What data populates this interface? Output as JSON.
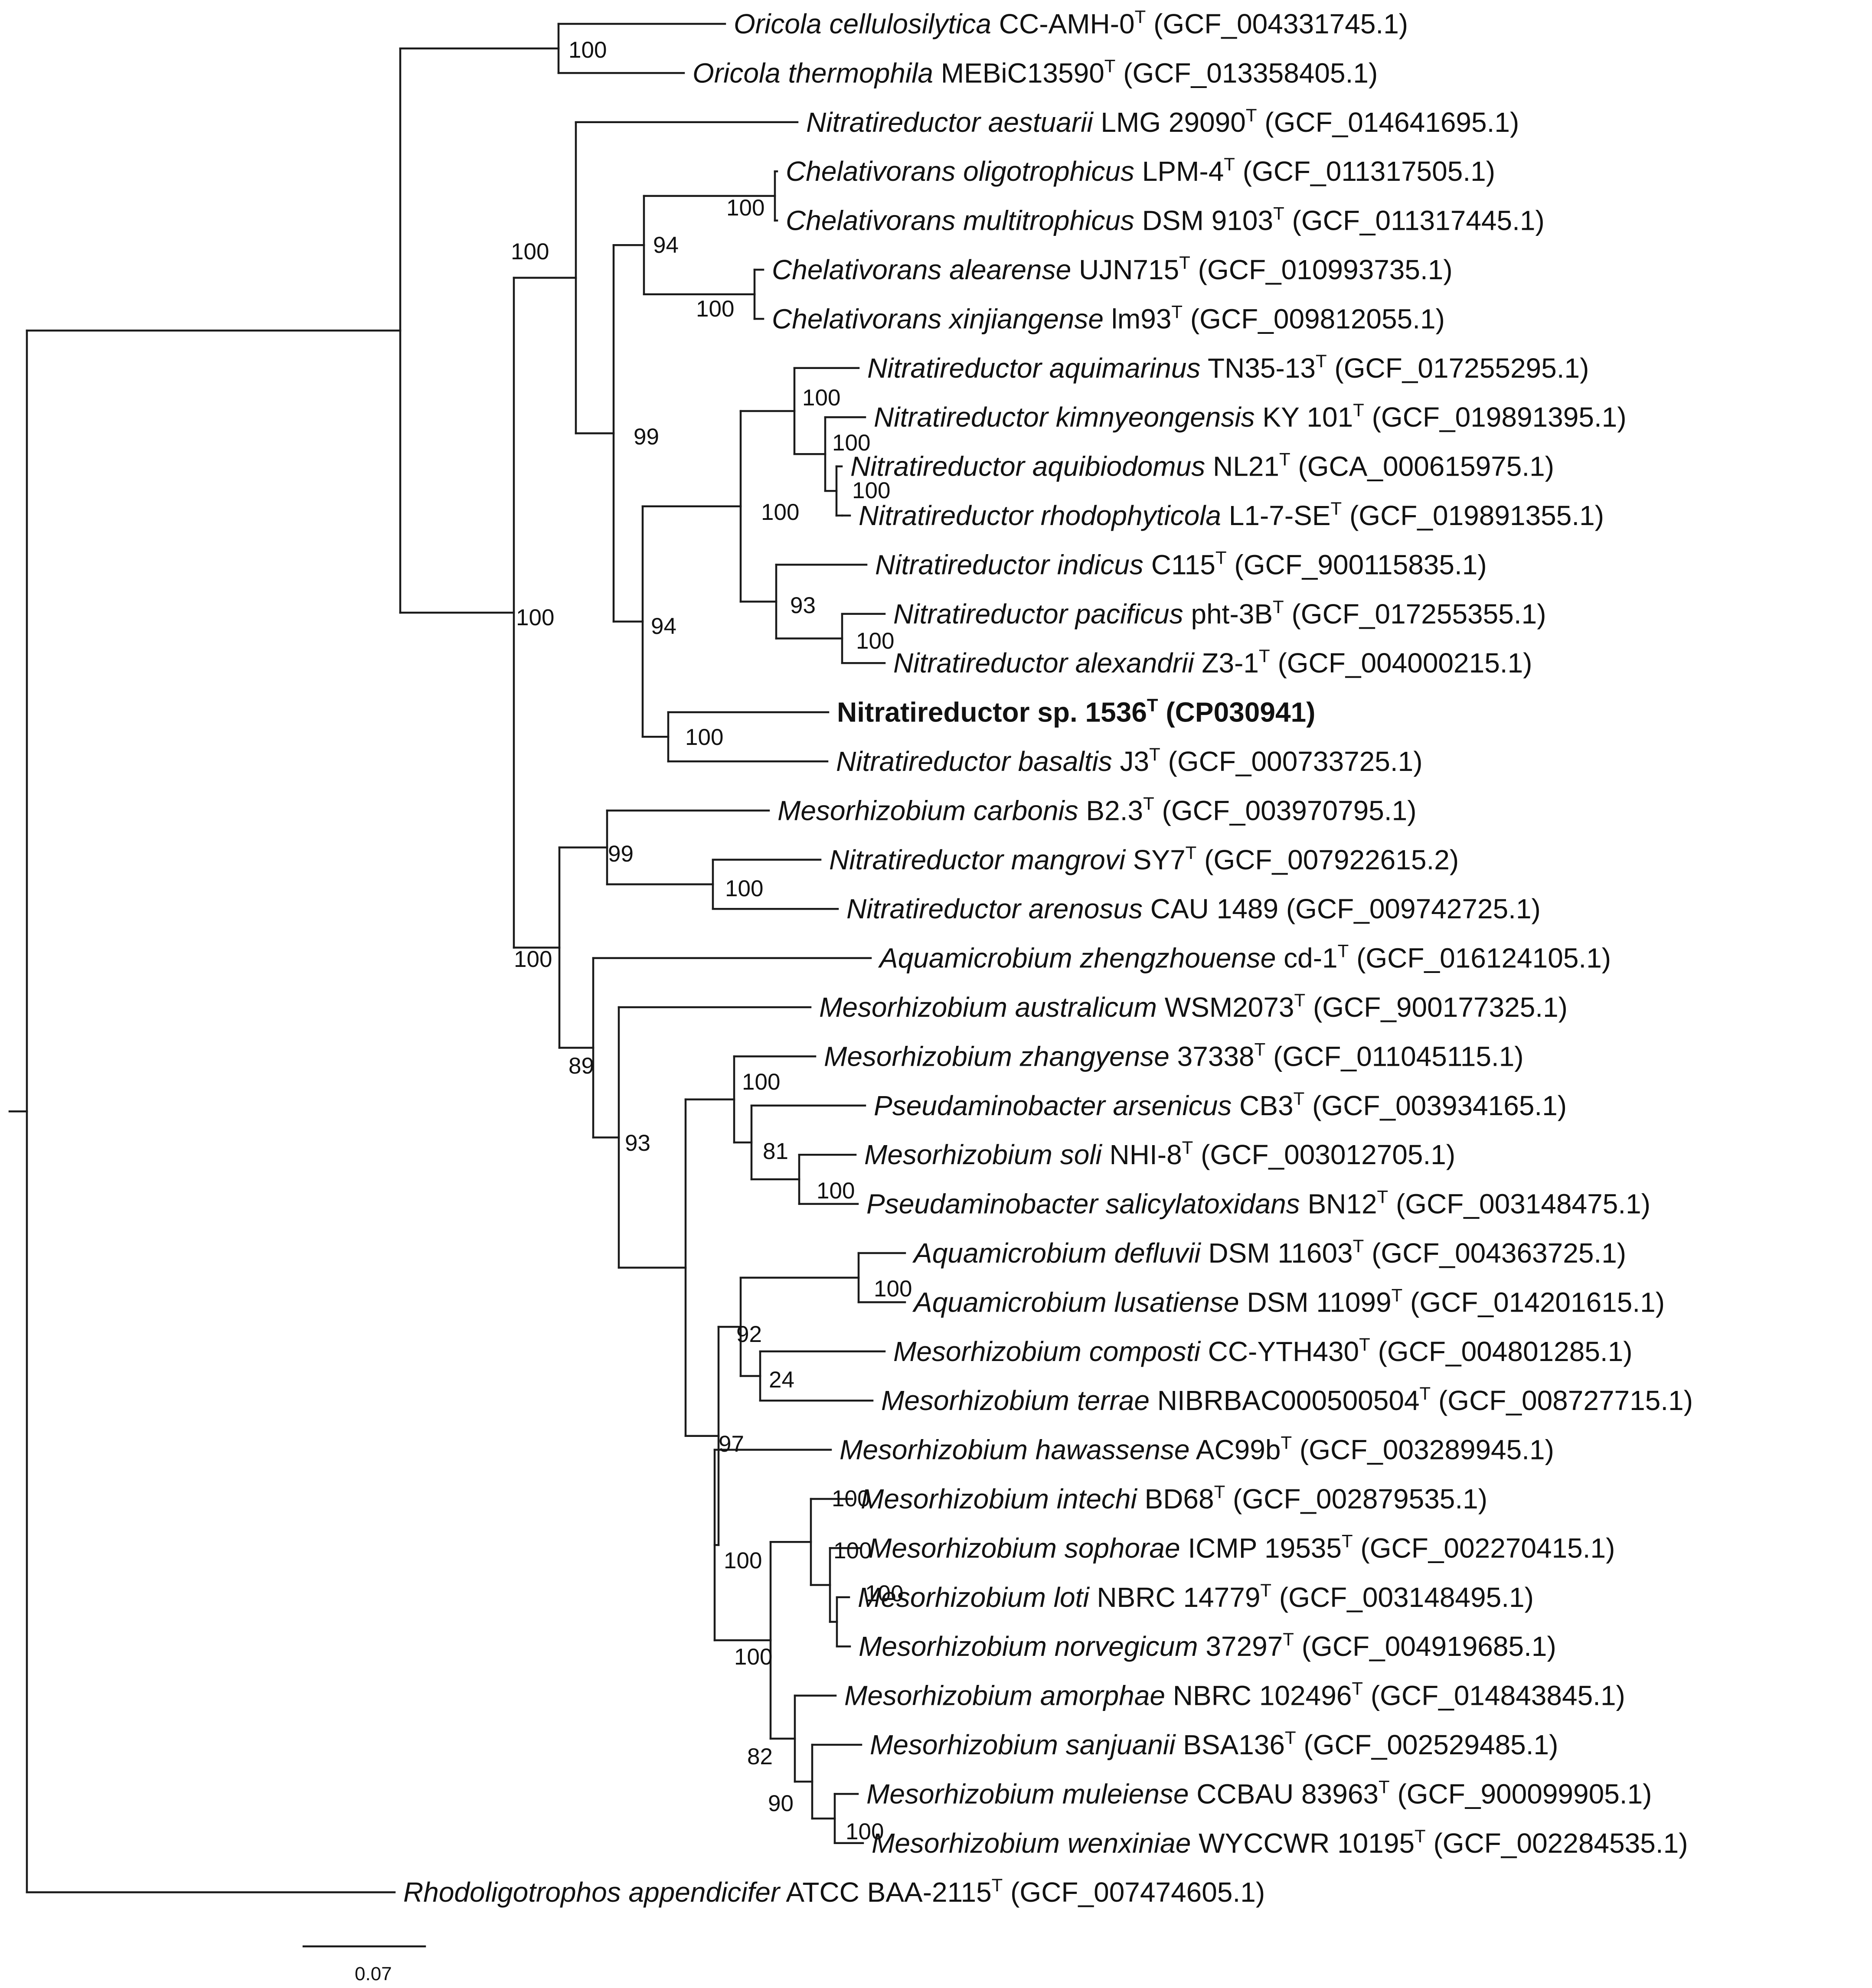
{
  "tree": {
    "leaves": [
      {
        "genus": "Oricola cellulosilytica",
        "strain": "CC-AMH-0",
        "type": true,
        "acc": "(GCF_004331745.1)"
      },
      {
        "genus": "Oricola thermophila",
        "strain": "MEBiC13590",
        "type": true,
        "acc": "(GCF_013358405.1)"
      },
      {
        "genus": "Nitratireductor aestuarii",
        "strain": "LMG 29090",
        "type": true,
        "acc": "(GCF_014641695.1)"
      },
      {
        "genus": "Chelativorans oligotrophicus",
        "strain": "LPM-4",
        "type": true,
        "acc": "(GCF_011317505.1)"
      },
      {
        "genus": "Chelativorans multitrophicus",
        "strain": "DSM 9103",
        "type": true,
        "acc": "(GCF_011317445.1)"
      },
      {
        "genus": "Chelativorans alearense",
        "strain": "UJN715",
        "type": true,
        "acc": "(GCF_010993735.1)"
      },
      {
        "genus": "Chelativorans xinjiangense",
        "strain": "lm93",
        "type": true,
        "acc": "(GCF_009812055.1)"
      },
      {
        "genus": "Nitratireductor aquimarinus",
        "strain": "TN35-13",
        "type": true,
        "acc": "(GCF_017255295.1)"
      },
      {
        "genus": "Nitratireductor kimnyeongensis",
        "strain": "KY 101",
        "type": true,
        "acc": "(GCF_019891395.1)"
      },
      {
        "genus": "Nitratireductor aquibiodomus",
        "strain": "NL21",
        "type": true,
        "acc": "(GCA_000615975.1)"
      },
      {
        "genus": "Nitratireductor rhodophyticola",
        "strain": "L1-7-SE",
        "type": true,
        "acc": "(GCF_019891355.1)"
      },
      {
        "genus": "Nitratireductor indicus",
        "strain": "C115",
        "type": true,
        "acc": "(GCF_900115835.1)"
      },
      {
        "genus": "Nitratireductor pacificus",
        "strain": "pht-3B",
        "type": true,
        "acc": "(GCF_017255355.1)"
      },
      {
        "genus": "Nitratireductor alexandrii",
        "strain": "Z3-1",
        "type": true,
        "acc": "(GCF_004000215.1)"
      },
      {
        "genus": "Nitratireductor sp. 1536",
        "strain": "",
        "type": true,
        "acc": "(CP030941)",
        "bold": true
      },
      {
        "genus": "Nitratireductor basaltis",
        "strain": "J3",
        "type": true,
        "acc": "(GCF_000733725.1)"
      },
      {
        "genus": "Mesorhizobium carbonis",
        "strain": "B2.3",
        "type": true,
        "acc": "(GCF_003970795.1)"
      },
      {
        "genus": "Nitratireductor mangrovi",
        "strain": "SY7",
        "type": true,
        "acc": "(GCF_007922615.2)"
      },
      {
        "genus": "Nitratireductor arenosus",
        "strain": "CAU 1489",
        "type": false,
        "acc": "(GCF_009742725.1)"
      },
      {
        "genus": "Aquamicrobium zhengzhouense",
        "strain": "cd-1",
        "type": true,
        "acc": "(GCF_016124105.1)"
      },
      {
        "genus": "Mesorhizobium australicum",
        "strain": "WSM2073",
        "type": true,
        "acc": "(GCF_900177325.1)"
      },
      {
        "genus": "Mesorhizobium zhangyense",
        "strain": "37338",
        "type": true,
        "acc": "(GCF_011045115.1)"
      },
      {
        "genus": "Pseudaminobacter arsenicus",
        "strain": "CB3",
        "type": true,
        "acc": "(GCF_003934165.1)"
      },
      {
        "genus": "Mesorhizobium soli",
        "strain": "NHI-8",
        "type": true,
        "acc": "(GCF_003012705.1)"
      },
      {
        "genus": "Pseudaminobacter salicylatoxidans",
        "strain": "BN12",
        "type": true,
        "acc": "(GCF_003148475.1)"
      },
      {
        "genus": "Aquamicrobium defluvii",
        "strain": "DSM 11603",
        "type": true,
        "acc": "(GCF_004363725.1)"
      },
      {
        "genus": "Aquamicrobium lusatiense",
        "strain": "DSM 11099",
        "type": true,
        "acc": "(GCF_014201615.1)"
      },
      {
        "genus": "Mesorhizobium composti",
        "strain": "CC-YTH430",
        "type": true,
        "acc": "(GCF_004801285.1)"
      },
      {
        "genus": "Mesorhizobium terrae",
        "strain": "NIBRBAC000500504",
        "type": true,
        "acc": "(GCF_008727715.1)"
      },
      {
        "genus": "Mesorhizobium hawassense",
        "strain": "AC99b",
        "type": true,
        "acc": "(GCF_003289945.1)"
      },
      {
        "genus": "Mesorhizobium intechi",
        "strain": "BD68",
        "type": true,
        "acc": "(GCF_002879535.1)"
      },
      {
        "genus": "Mesorhizobium sophorae",
        "strain": "ICMP 19535",
        "type": true,
        "acc": "(GCF_002270415.1)"
      },
      {
        "genus": "Mesorhizobium loti",
        "strain": "NBRC 14779",
        "type": true,
        "acc": "(GCF_003148495.1)"
      },
      {
        "genus": "Mesorhizobium norvegicum",
        "strain": "37297",
        "type": true,
        "acc": "(GCF_004919685.1)"
      },
      {
        "genus": "Mesorhizobium amorphae",
        "strain": "NBRC 102496",
        "type": true,
        "acc": "(GCF_014843845.1)"
      },
      {
        "genus": "Mesorhizobium sanjuanii",
        "strain": "BSA136",
        "type": true,
        "acc": "(GCF_002529485.1)"
      },
      {
        "genus": "Mesorhizobium muleiense",
        "strain": "CCBAU 83963",
        "type": true,
        "acc": "(GCF_900099905.1)"
      },
      {
        "genus": "Mesorhizobium wenxiniae",
        "strain": "WYCCWR 10195",
        "type": true,
        "acc": "(GCF_002284535.1)"
      },
      {
        "genus": "Rhodoligotrophos appendicifer",
        "strain": "ATCC BAA-2115",
        "type": true,
        "acc": "(GCF_007474605.1)"
      }
    ],
    "bootstrap_values": [
      "100",
      "100",
      "94",
      "100",
      "100",
      "99",
      "100",
      "100",
      "100",
      "100",
      "93",
      "100",
      "94",
      "100",
      "99",
      "100",
      "100",
      "89",
      "93",
      "100",
      "81",
      "100",
      "100",
      "100",
      "92",
      "24",
      "97",
      "100",
      "100",
      "100",
      "100",
      "100",
      "82",
      "90",
      "100"
    ],
    "scale_bar": {
      "label": "0.07",
      "value": 0.07
    },
    "type_marker": "T"
  }
}
